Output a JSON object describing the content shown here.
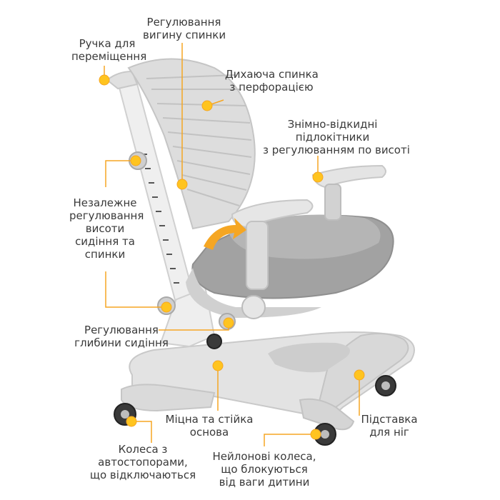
{
  "colors": {
    "accent": "#f5a623",
    "marker": "#ffc41f",
    "text": "#3a3a3a",
    "chair_body": "#dcdcdc",
    "cushion": "#9a9a9a"
  },
  "labels": {
    "handle": [
      "Ручка для",
      "переміщення"
    ],
    "backrest_curve": [
      "Регулювання",
      "вигину спинки"
    ],
    "breathable_back": [
      "Дихаюча спинка",
      "з перфорацією"
    ],
    "armrests": [
      "Знімно-відкидні",
      "підлокітники",
      "з регулюванням по висоті"
    ],
    "independent_height": [
      "Незалежне",
      "регулювання",
      "висоти",
      "сидіння та",
      "спинки"
    ],
    "seat_depth": [
      "Регулювання",
      "глибини сидіння"
    ],
    "base": [
      "Міцна та стійка",
      "основа"
    ],
    "footrest": [
      "Підставка",
      "для ніг"
    ],
    "brake_wheels": [
      "Колеса з",
      "автостопорами,",
      "що відключаються"
    ],
    "nylon_wheels": [
      "Нейлонові колеса,",
      "що блокуються",
      "від ваги дитини"
    ]
  }
}
